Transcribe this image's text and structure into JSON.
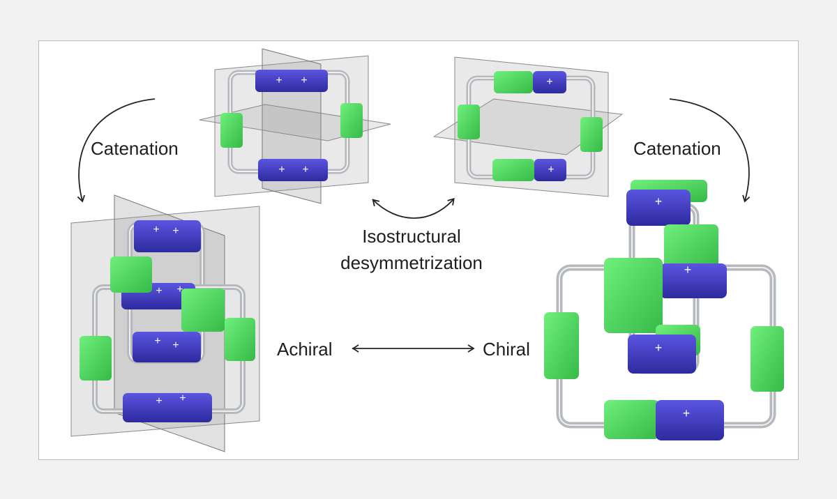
{
  "labels": {
    "catenation_left": "Catenation",
    "catenation_right": "Catenation",
    "isostructural_line1": "Isostructural",
    "isostructural_line2": "desymmetrization",
    "achiral": "Achiral",
    "chiral": "Chiral",
    "plus_sign": "+"
  },
  "colors": {
    "blue_block": "#3f3ac4",
    "green_block": "#4bd35c",
    "ring_tube": "#b8bcc1",
    "mirror_plane": "#a9a9a9",
    "arrow": "#222222",
    "panel_border": "#b9b9b9"
  }
}
